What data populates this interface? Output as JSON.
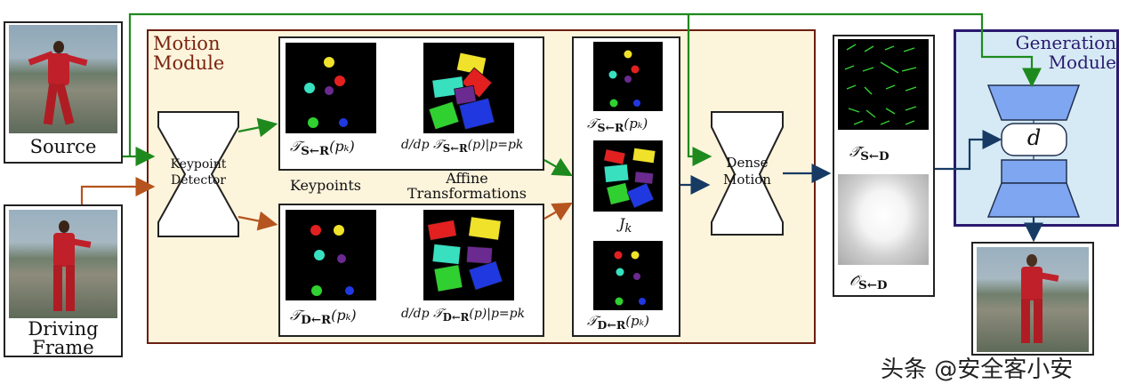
{
  "labels": {
    "source": "Source",
    "driving_line1": "Driving",
    "driving_line2": "Frame",
    "motion_module_line1": "Motion",
    "motion_module_line2": "Module",
    "keypoint_detector_line1": "Keypoint",
    "keypoint_detector_line2": "Detector",
    "keypoints": "Keypoints",
    "affine_line1": "Affine",
    "affine_line2": "Transformations",
    "dense_motion_line1": "Dense",
    "dense_motion_line2": "Motion",
    "generation_module_line1": "Generation",
    "generation_module_line2": "Module",
    "d": "d",
    "jk": "J",
    "jk_sub": "k",
    "t_sr_pk": "𝒯",
    "t_dr_pk": "𝒯",
    "t_sd_hat": "𝒯̂",
    "o_sd_hat": "𝒪̂",
    "sub_sr": "S←R",
    "sub_dr": "D←R",
    "sub_sd": "S←D",
    "arg_pk": "(pₖ)",
    "deriv_prefix": "d/dp",
    "deriv_arg": "(p)|p=pk",
    "watermark": "头条 @安全客小安"
  },
  "colors": {
    "motion_module_border": "#6b1f10",
    "motion_module_fill": "#fdf4dc",
    "motion_module_title": "#7a2410",
    "generation_border": "#2a1a6e",
    "generation_fill": "#d6eaf5",
    "generation_title": "#2a1a6e",
    "net_fill": "#7fa6f0",
    "green_arrow": "#1e8a1e",
    "orange_arrow": "#b5541e",
    "navy_arrow": "#163a63"
  },
  "icons": {
    "keypoint_detector": "hourglass-network-shape",
    "dense_motion": "hourglass-network-shape",
    "generator": "encoder-decoder-shape"
  }
}
